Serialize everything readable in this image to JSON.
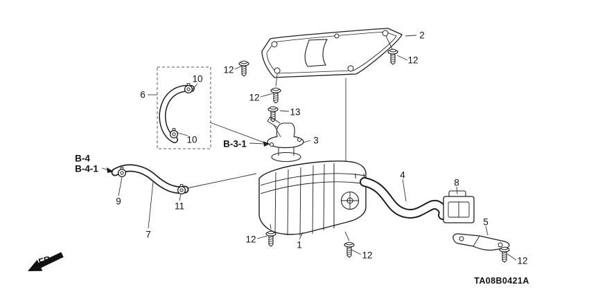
{
  "diagram": {
    "code": "TA08B0421A",
    "direction_label": "FR.",
    "background_color": "#ffffff",
    "line_color": "#1c1c1c"
  },
  "labels": {
    "p1": "1",
    "p2": "2",
    "p3": "3",
    "p4": "4",
    "p5": "5",
    "p6": "6",
    "p7": "7",
    "p8": "8",
    "p9": "9",
    "p10": "10",
    "p11": "11",
    "p12": "12",
    "p13": "13"
  },
  "refs": {
    "b31": "B-3-1",
    "b4": "B-4",
    "b41": "B-4-1"
  }
}
